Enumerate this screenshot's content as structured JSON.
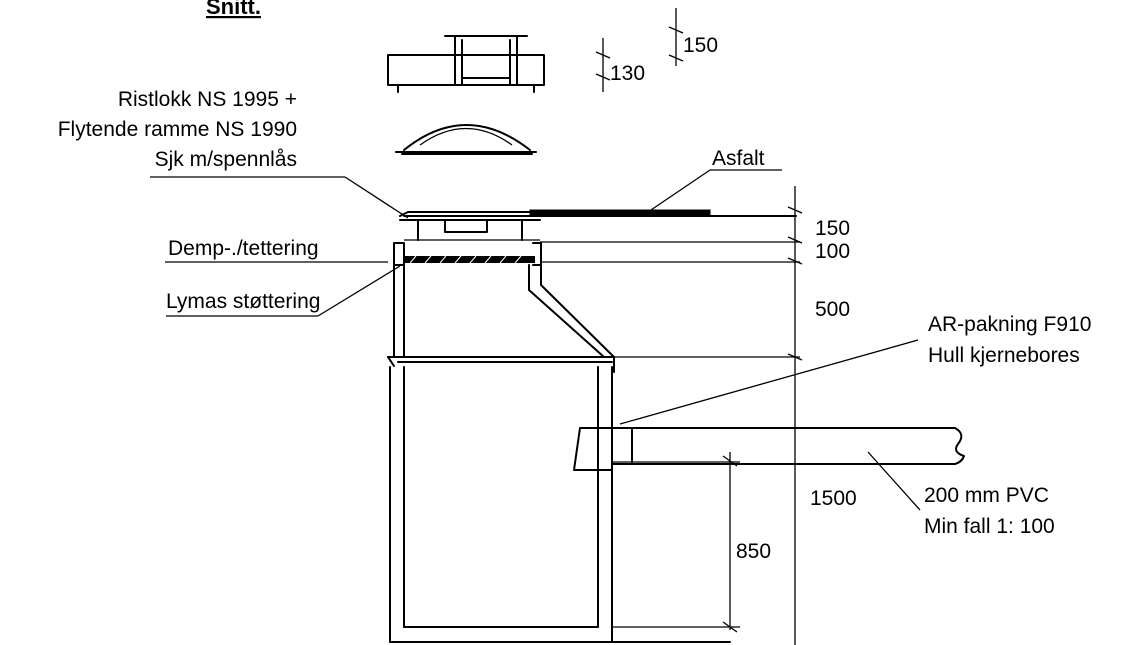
{
  "title": "Snitt.",
  "labels": {
    "lid_line1": "Ristlokk NS 1995 +",
    "lid_line2": "Flytende ramme NS 1990",
    "lid_line3": "Sjk m/spennlås",
    "asfalt": "Asfalt",
    "demp": "Demp-./tettering",
    "lymas": "Lymas støttering",
    "ar_line1": "AR-pakning F910",
    "ar_line2": "Hull kjernebores",
    "pvc_line1": "200 mm PVC",
    "pvc_line2": "Min fall 1: 100"
  },
  "dimensions": {
    "d150_top": "150",
    "d130": "130",
    "d150": "150",
    "d100": "100",
    "d500": "500",
    "d1500": "1500",
    "d850": "850"
  }
}
